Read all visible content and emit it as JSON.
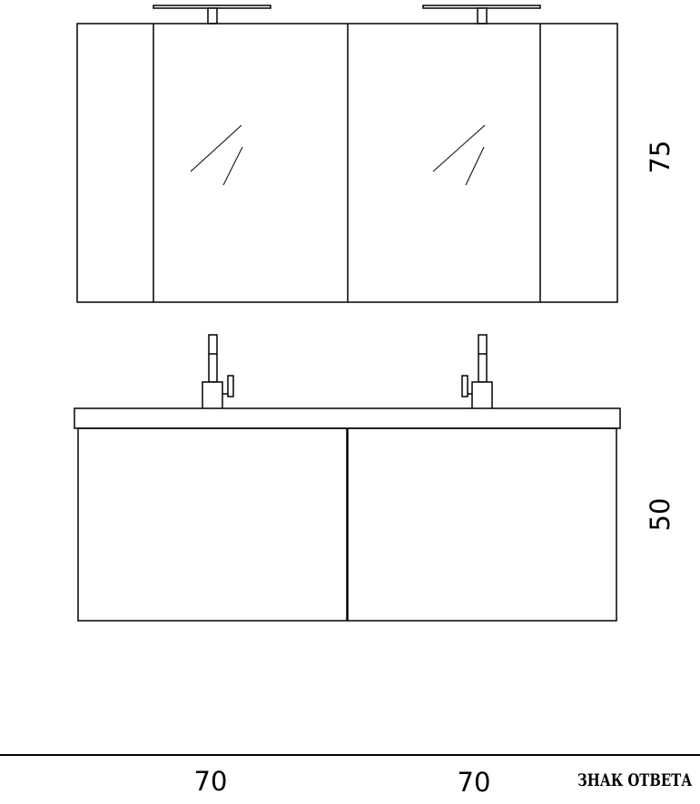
{
  "dimensions": {
    "mirror_height": "75",
    "cabinet_height": "50",
    "left_width": "70",
    "right_width": "70"
  },
  "brand_label": "ЗНАК ОТВЕТА",
  "colors": {
    "stroke": "#000000",
    "background": "#ffffff"
  }
}
